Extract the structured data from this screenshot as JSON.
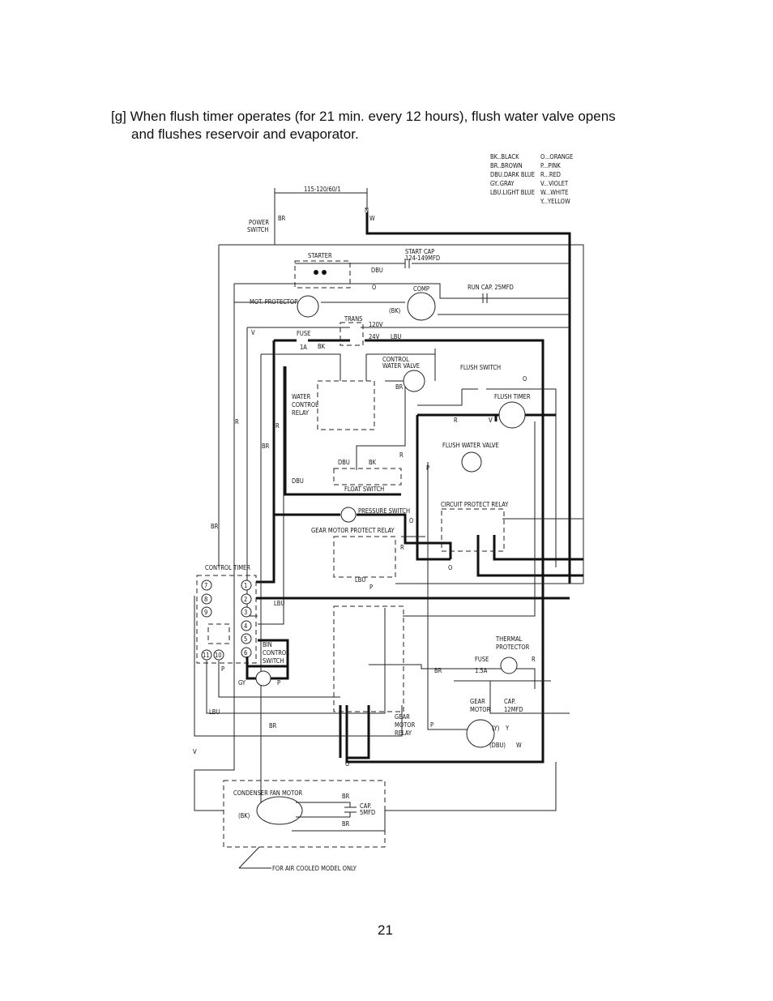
{
  "heading": {
    "line1": "[g] When flush timer operates (for 21 min. every 12 hours), flush water valve opens",
    "line2": "and flushes reservoir and evaporator."
  },
  "page_number": "21",
  "legend": {
    "left": [
      "BK..BLACK",
      "BR..BROWN",
      "DBU.DARK BLUE",
      "GY..GRAY",
      "LBU.LIGHT BLUE"
    ],
    "right": [
      "O...ORANGE",
      "P...PINK",
      "R...RED",
      "V...VIOLET",
      "W...WHITE",
      "Y...YELLOW"
    ]
  },
  "diagram": {
    "supply": "115-120/60/1",
    "n": "N",
    "w": "W",
    "br": "BR",
    "power_switch": [
      "POWER",
      "SWITCH"
    ],
    "starter": "STARTER",
    "start_cap": [
      "START CAP",
      "124-149MFD"
    ],
    "dbu": "DBU",
    "o": "O",
    "run_cap": "RUN CAP. 25MFD",
    "mot_protector": "MOT. PROTECTOR",
    "comp": "COMP",
    "bk_paren": "(BK)",
    "trans": "TRANS",
    "v120": "120V",
    "v24": "24V",
    "lbu": "LBU",
    "fuse": "FUSE",
    "fuse_1a": "1A",
    "bk": "BK",
    "v": "V",
    "control_water_valve": [
      "CONTROL",
      "WATER VALVE"
    ],
    "flush_switch": "FLUSH SWITCH",
    "water_control_relay": [
      "WATER",
      "CONTROL",
      "RELAY"
    ],
    "flush_timer": "FLUSH TIMER",
    "r": "R",
    "flush_water_valve": "FLUSH WATER VALVE",
    "p": "P",
    "float_switch": "FLOAT SWITCH",
    "pressure_switch": "PRESSURE SWITCH",
    "circuit_protect_relay": "CIRCUIT PROTECT RELAY",
    "gear_motor_protect_relay": "GEAR MOTOR PROTECT RELAY",
    "control_timer": "CONTROL TIMER",
    "timer_left": [
      "7",
      "8",
      "9"
    ],
    "timer_right": [
      "1",
      "2",
      "3",
      "4",
      "5",
      "6"
    ],
    "timer_bottom": [
      "11",
      "10"
    ],
    "bin_control_switch": [
      "BIN",
      "CONTROL",
      "SWITCH"
    ],
    "gy": "GY",
    "gear_motor_relay": [
      "GEAR",
      "MOTOR",
      "RELAY"
    ],
    "thermal_protector": [
      "THERMAL",
      "PROTECTOR"
    ],
    "fuse_15a": "1.5A",
    "gear_motor": [
      "GEAR",
      "MOTOR"
    ],
    "cap_12": [
      "CAP.",
      "12MFD"
    ],
    "y_paren": "(Y)",
    "y": "Y",
    "dbu_paren": "(DBU)",
    "condenser_fan_motor": "CONDENSER FAN MOTOR",
    "cap_5": [
      "CAP.",
      "5MFD"
    ],
    "air_cooled_note": "FOR AIR COOLED MODEL ONLY"
  }
}
